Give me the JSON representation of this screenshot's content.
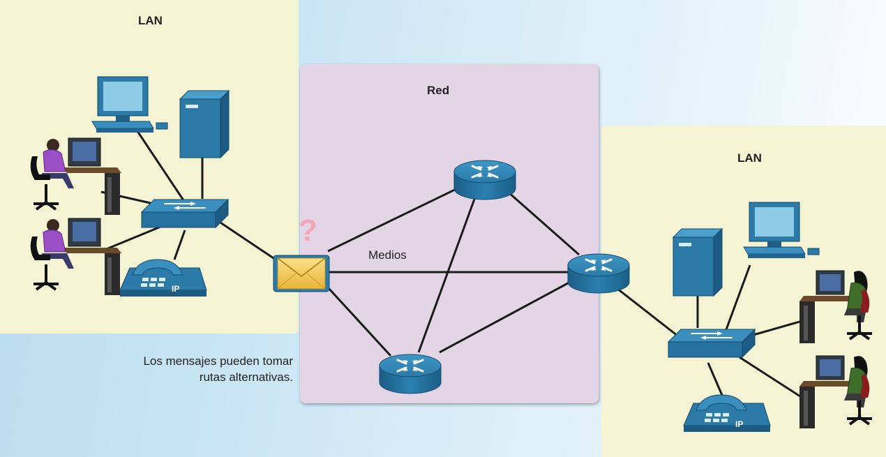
{
  "zones": {
    "lan_left": {
      "label": "LAN"
    },
    "red": {
      "label": "Red"
    },
    "lan_right": {
      "label": "LAN"
    }
  },
  "media_label": "Medios",
  "caption": {
    "line1": "Los mensajes pueden tomar",
    "line2": "rutas alternativas."
  },
  "phone_badge": "IP",
  "question_mark": "?",
  "colors": {
    "lan_background": "#f4f4d5",
    "network_background": "#e3d5e6",
    "device_blue": "#2b7aa8",
    "envelope": "#f2c94c",
    "question_mark": "#f2a7b3"
  }
}
